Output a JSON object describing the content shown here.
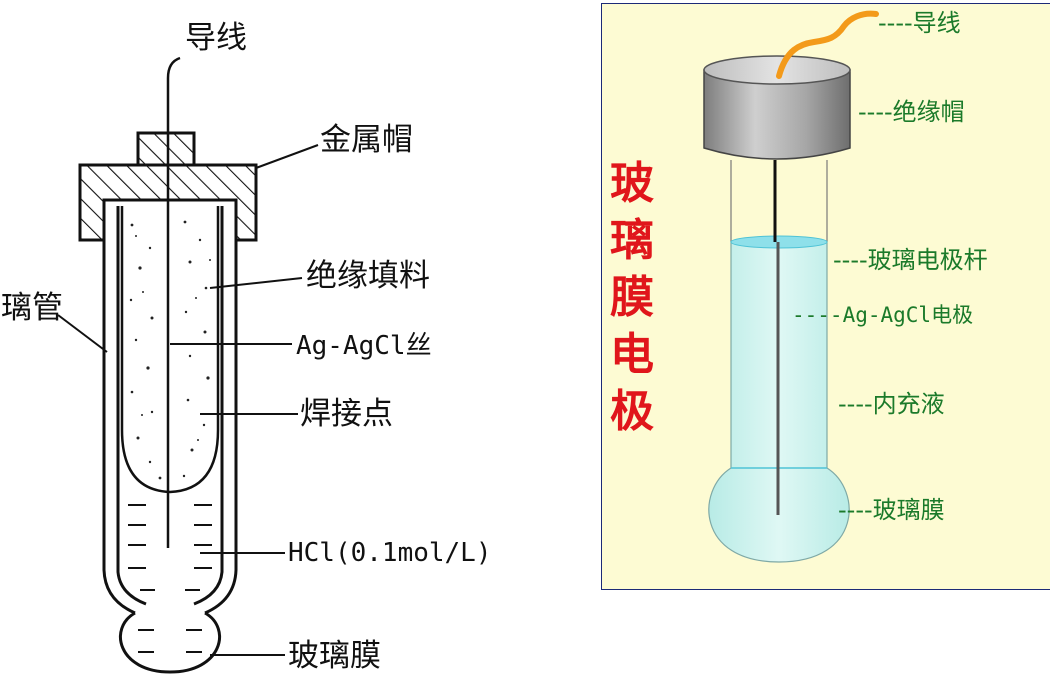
{
  "left_diagram": {
    "labels": {
      "wire": "导线",
      "metal_cap": "金属帽",
      "insulating_filler": "绝缘填料",
      "glass_tube": "玻璃管",
      "ag_agcl_wire": "Ag-AgCl丝",
      "solder_point": "焊接点",
      "hcl": "HCl(0.1mol/L)",
      "glass_membrane": "玻璃膜"
    }
  },
  "right_panel": {
    "title_chars": [
      "玻",
      "璃",
      "膜",
      "电",
      "极"
    ],
    "labels": {
      "wire": "----导线",
      "insulating_cap": "----绝缘帽",
      "electrode_rod": "----玻璃电极杆",
      "ag_agcl_electrode": "----Ag-AgCl电极",
      "inner_solution": "----内充液",
      "glass_membrane": "----玻璃膜"
    },
    "colors": {
      "title": "#e0161b",
      "labels": "#1b7a2a",
      "background": "#fdfbd3",
      "border": "#1c2a77",
      "wire": "#f39a1a",
      "solution": "#c9f0ec",
      "cap": "#a8a8a8"
    }
  }
}
